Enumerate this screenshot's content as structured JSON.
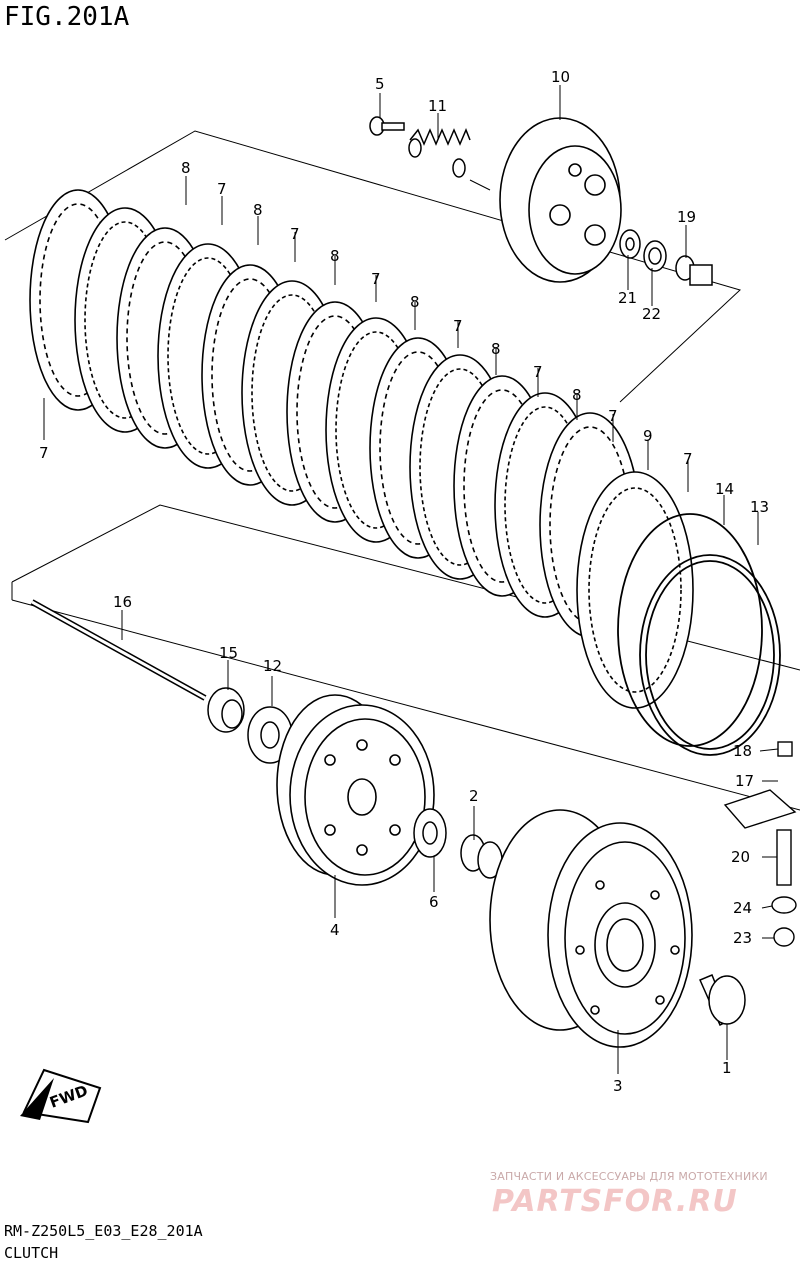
{
  "figure": {
    "title": "FIG.201A",
    "code": "RM-Z250L5_E03_E28_201A",
    "name": "CLUTCH"
  },
  "watermark": {
    "tagline": "ЗАПЧАСТИ И АКСЕССУАРЫ ДЛЯ МОТОТЕХНИКИ",
    "logo": "PARTSFOR.RU"
  },
  "direction_marker": "FWD",
  "part_numbers": {
    "p1": "1",
    "p2": "2",
    "p3": "3",
    "p4": "4",
    "p5": "5",
    "p6": "6",
    "p7": "7",
    "p8": "8",
    "p9": "9",
    "p10": "10",
    "p11": "11",
    "p12": "12",
    "p13": "13",
    "p14": "14",
    "p15": "15",
    "p16": "16",
    "p17": "17",
    "p18": "18",
    "p19": "19",
    "p20": "20",
    "p21": "21",
    "p22": "22",
    "p23": "23",
    "p24": "24"
  },
  "colors": {
    "line": "#000000",
    "watermark_text": "#c9a9a9",
    "watermark_logo": "#f3c6c6"
  }
}
